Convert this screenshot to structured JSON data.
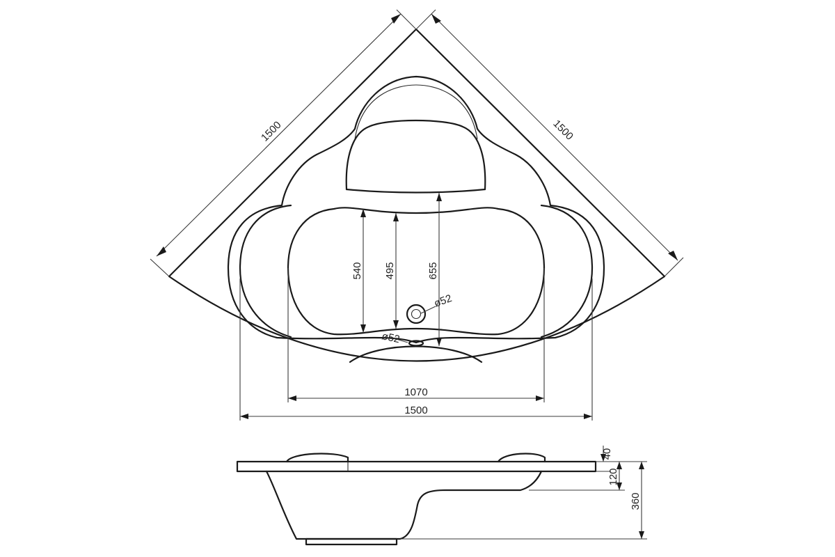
{
  "top_view": {
    "side_a": "1500",
    "side_b": "1500",
    "depth_540": "540",
    "depth_495": "495",
    "depth_655": "655",
    "drain_diameter": "ø52",
    "overflow_diameter": "ø52",
    "inner_width": "1070",
    "overall_width": "1500"
  },
  "side_view": {
    "rim_height": "40",
    "seat_height": "120",
    "total_depth": "360"
  }
}
